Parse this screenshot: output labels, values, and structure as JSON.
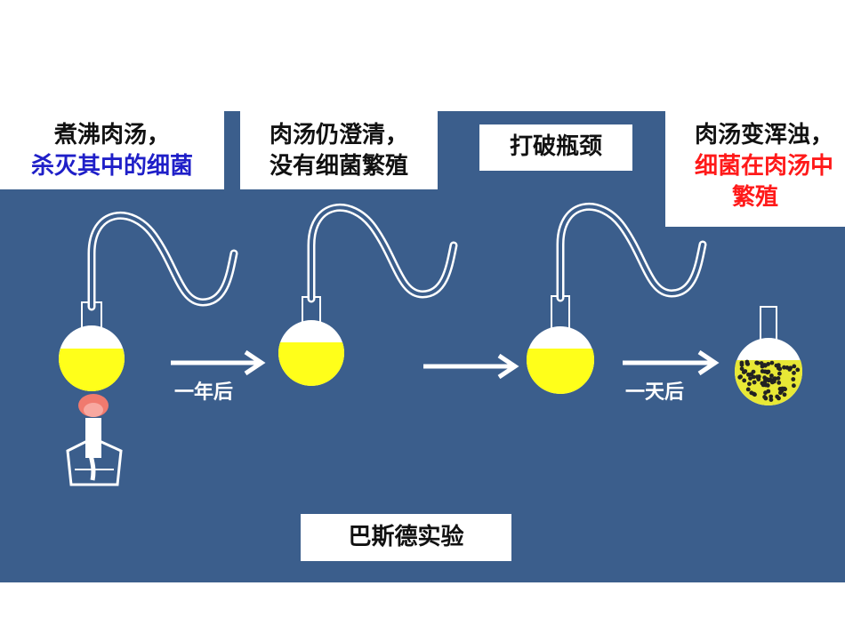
{
  "captions": {
    "step1": {
      "line1": "煮沸肉汤，",
      "line2": "杀灭其中的细菌"
    },
    "step2": {
      "line1": "肉汤仍澄清，",
      "line2": "没有细菌繁殖"
    },
    "step3": {
      "line1": "打破瓶颈"
    },
    "step4": {
      "line1": "肉汤变浑浊，",
      "line2": "细菌在肉汤中",
      "line3": "繁殖"
    }
  },
  "arrows": {
    "a1": "一年后",
    "a2": "",
    "a3": "一天后"
  },
  "title": "巴斯德实验",
  "colors": {
    "panel": "#3b5e8c",
    "broth": "#ffff1a",
    "highlight_blue": "#1f1fc8",
    "highlight_red": "#ff1a1a",
    "flame": "#f07a6e"
  }
}
